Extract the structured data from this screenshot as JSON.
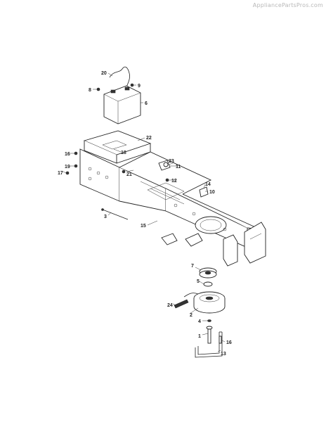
{
  "watermark": "AppliancePartsPros.com",
  "callouts": {
    "c20": "20",
    "c8": "8",
    "c9": "9",
    "c6": "6",
    "c22": "22",
    "c16a": "16",
    "c18": "18",
    "c23": "23",
    "c11": "11",
    "c21": "21",
    "c12": "12",
    "c19": "19",
    "c17": "17",
    "c14": "14",
    "c10": "10",
    "c3": "3",
    "c15": "15",
    "c7": "7",
    "c5": "5",
    "c24": "24",
    "c2": "2",
    "c4": "4",
    "c1": "1",
    "c16b": "16",
    "c13": "13"
  }
}
